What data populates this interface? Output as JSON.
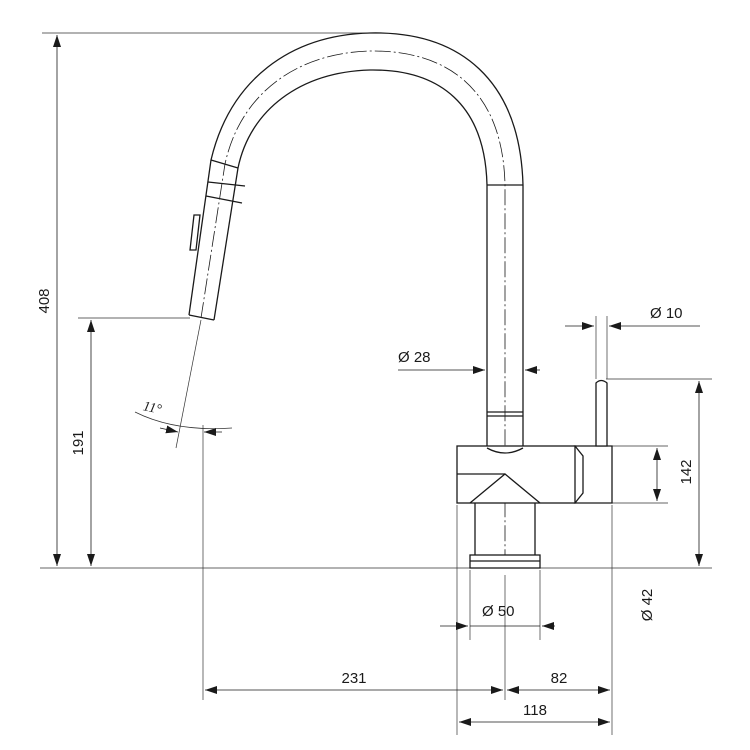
{
  "dimensions": {
    "total_height": "408",
    "spout_height": "191",
    "handle_height": "142",
    "spray_angle": "11°",
    "tube_diameter": "Ø 28",
    "handle_diameter": "Ø 10",
    "base_diameter": "Ø 50",
    "body_diameter": "Ø 42",
    "reach": "231",
    "handle_offset": "82",
    "body_width": "118"
  },
  "icons": {
    "diameter": "diameter-symbol",
    "arrowhead": "dimension-arrowhead"
  }
}
